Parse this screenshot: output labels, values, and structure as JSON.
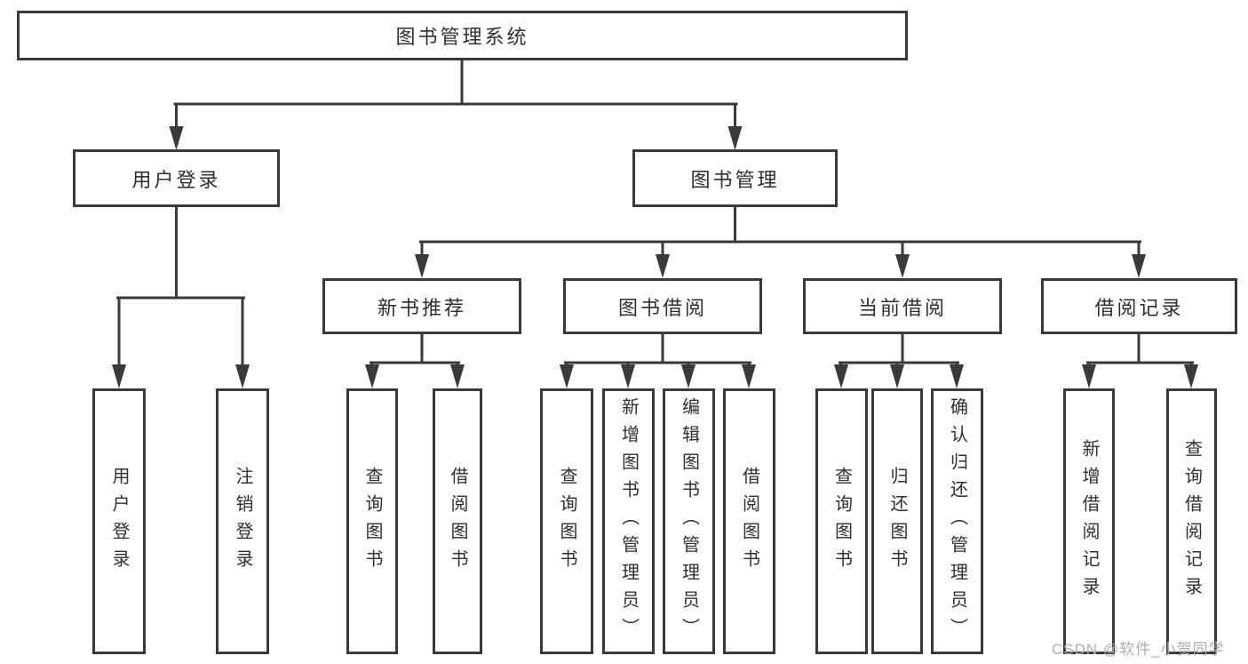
{
  "tree": {
    "root": "图书管理系统",
    "branches": [
      {
        "label": "用户登录",
        "children": [
          {
            "label": "用户登录"
          },
          {
            "label": "注销登录"
          }
        ]
      },
      {
        "label": "图书管理",
        "groups": [
          {
            "label": "新书推荐",
            "children": [
              {
                "label": "查询图书"
              },
              {
                "label": "借阅图书"
              }
            ]
          },
          {
            "label": "图书借阅",
            "children": [
              {
                "label": "查询图书"
              },
              {
                "label": "新增图书（管理员）"
              },
              {
                "label": "编辑图书（管理员）"
              },
              {
                "label": "借阅图书"
              }
            ]
          },
          {
            "label": "当前借阅",
            "children": [
              {
                "label": "查询图书"
              },
              {
                "label": "归还图书"
              },
              {
                "label": "确认归还（管理员）"
              }
            ]
          },
          {
            "label": "借阅记录",
            "children": [
              {
                "label": "新增借阅记录"
              },
              {
                "label": "查询借阅记录"
              }
            ]
          }
        ]
      }
    ]
  },
  "watermark": "CSDN @软件_小贺同学",
  "colors": {
    "line": "#3a3a3a",
    "text": "#2f2f2f",
    "background": "#ffffff",
    "watermark": "#aeaeae"
  }
}
